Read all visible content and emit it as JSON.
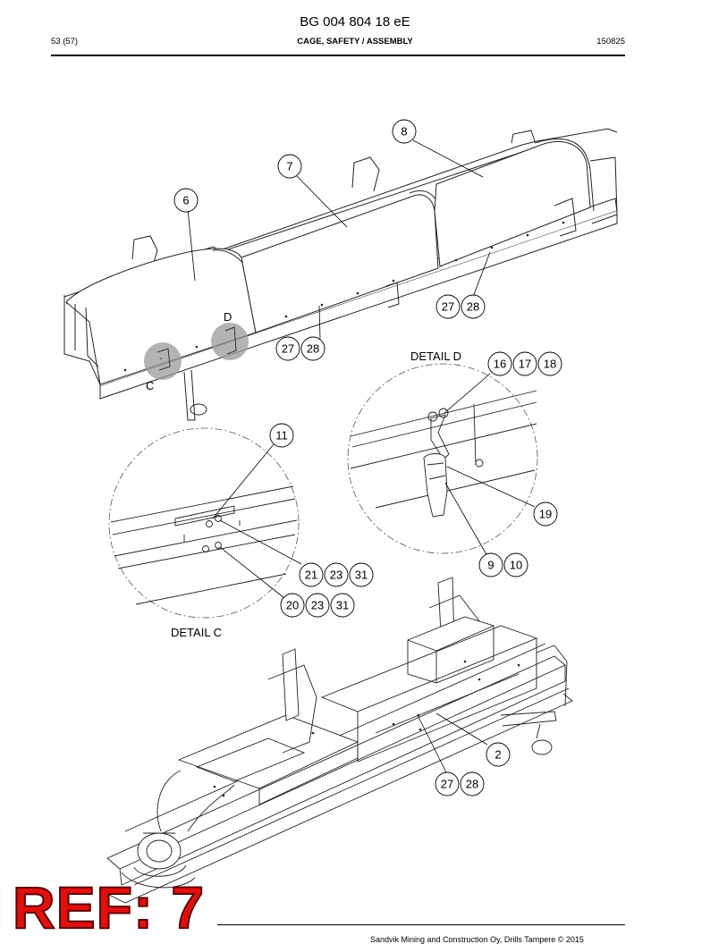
{
  "header": {
    "doc_title": "BG 004 804 18 eE",
    "page": "53 (57)",
    "section_title": "CAGE, SAFETY / ASSEMBLY",
    "date_code": "150825"
  },
  "labels": {
    "detail_c_title": "DETAIL C",
    "detail_d_title": "DETAIL D",
    "marker_c": "C",
    "marker_d": "D"
  },
  "callouts": [
    "8",
    "7",
    "6",
    "27",
    "28",
    "27",
    "28",
    "16",
    "17",
    "18",
    "11",
    "19",
    "9",
    "10",
    "21",
    "23",
    "31",
    "20",
    "23",
    "31",
    "2",
    "27",
    "28"
  ],
  "stamp": {
    "text": "REF: 7"
  },
  "footer": {
    "text": "Sandvik Mining and Construction Oy, Drills Tampere © 2015"
  }
}
